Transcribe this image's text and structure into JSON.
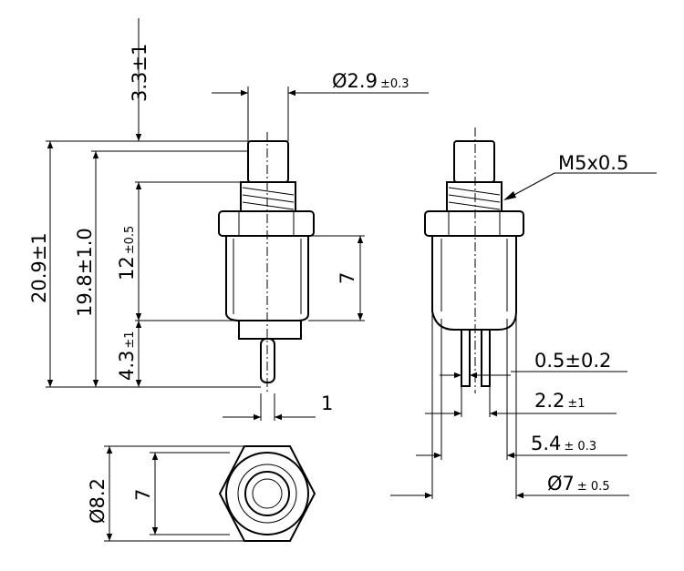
{
  "dimensions": {
    "cap_diameter": {
      "main": "Ø2.9",
      "tol": "±0.3"
    },
    "cap_height": "3.3±1",
    "total_height": "20.9±1",
    "body_height": "19.8±1.0",
    "thread_length": {
      "main": "12",
      "tol": "±0.5"
    },
    "pin_length": {
      "main": "4.3",
      "tol": "±1"
    },
    "housing_height": "7",
    "pin_width": "1",
    "thread": "M5x0.5",
    "pin_thickness": "0.5±0.2",
    "pin_gap": {
      "main": "2.2",
      "tol": "±1"
    },
    "pin_span": {
      "main": "5.4",
      "tol": "± 0.3"
    },
    "housing_diameter": {
      "main": "Ø7",
      "tol": "± 0.5"
    },
    "nut_across_corners": "Ø8.2",
    "nut_across_flats": "7"
  }
}
